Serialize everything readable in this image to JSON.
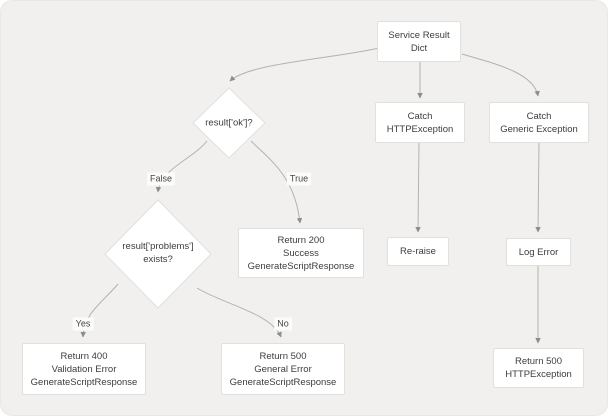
{
  "canvas": {
    "background": "#f1f0ee",
    "node_fill": "#ffffff",
    "node_border": "#e2e0dd",
    "text_color": "#3d3d3d",
    "edge_color": "#b4b2af",
    "arrow_color": "#8e8c89",
    "edge_label_bg": "#fbfbfa"
  },
  "diagram": {
    "type": "flowchart",
    "nodes": [
      {
        "id": "service_dict",
        "shape": "box",
        "label": "Service Result\nDict"
      },
      {
        "id": "ok_check",
        "shape": "diamond",
        "label": "result['ok']?"
      },
      {
        "id": "catch_http",
        "shape": "box",
        "label": "Catch\nHTTPException"
      },
      {
        "id": "catch_generic",
        "shape": "box",
        "label": "Catch\nGeneric Exception"
      },
      {
        "id": "problems_check",
        "shape": "diamond",
        "label": "result['problems']\nexists?"
      },
      {
        "id": "return_200",
        "shape": "box",
        "label": "Return 200\nSuccess\nGenerateScriptResponse"
      },
      {
        "id": "re_raise",
        "shape": "box",
        "label": "Re-raise"
      },
      {
        "id": "log_error",
        "shape": "box",
        "label": "Log Error"
      },
      {
        "id": "return_400",
        "shape": "box",
        "label": "Return 400\nValidation Error\nGenerateScriptResponse"
      },
      {
        "id": "return_500_general",
        "shape": "box",
        "label": "Return 500\nGeneral Error\nGenerateScriptResponse"
      },
      {
        "id": "return_500_http",
        "shape": "box",
        "label": "Return 500\nHTTPException"
      }
    ],
    "edges": [
      {
        "from": "service_dict",
        "to": "ok_check",
        "label": ""
      },
      {
        "from": "service_dict",
        "to": "catch_http",
        "label": ""
      },
      {
        "from": "service_dict",
        "to": "catch_generic",
        "label": ""
      },
      {
        "from": "ok_check",
        "to": "problems_check",
        "label": "False"
      },
      {
        "from": "ok_check",
        "to": "return_200",
        "label": "True"
      },
      {
        "from": "problems_check",
        "to": "return_400",
        "label": "Yes"
      },
      {
        "from": "problems_check",
        "to": "return_500_general",
        "label": "No"
      },
      {
        "from": "catch_http",
        "to": "re_raise",
        "label": ""
      },
      {
        "from": "catch_generic",
        "to": "log_error",
        "label": ""
      },
      {
        "from": "log_error",
        "to": "return_500_http",
        "label": ""
      }
    ]
  }
}
